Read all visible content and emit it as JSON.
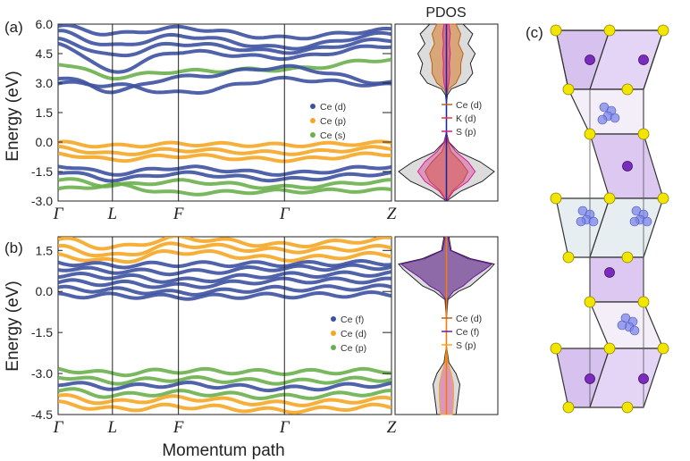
{
  "figure": {
    "panel_a": "(a)",
    "panel_b": "(b)",
    "panel_c": "(c)",
    "pdos_title": "PDOS",
    "xlabel": "Momentum path"
  },
  "chart_data": [
    {
      "type": "line",
      "panel": "(a)",
      "ylabel": "Energy (eV)",
      "ylim": [
        -3.0,
        6.0
      ],
      "yticks": [
        "6.0",
        "4.5",
        "3.0",
        "1.5",
        "0.0",
        "-1.5",
        "-3.0"
      ],
      "ytick_values": [
        6.0,
        4.5,
        3.0,
        1.5,
        0.0,
        -1.5,
        -3.0
      ],
      "kpoints": [
        "Γ",
        "L",
        "F",
        "Γ",
        "Z"
      ],
      "kpos": [
        0,
        0.163,
        0.361,
        0.679,
        1.0
      ],
      "legend": [
        {
          "label": "Ce (d)",
          "color": "#3d52a1"
        },
        {
          "label": "Ce (p)",
          "color": "#f5a623"
        },
        {
          "label": "Ce (s)",
          "color": "#6ab04c"
        }
      ],
      "series": [
        {
          "color": "#3d52a1",
          "knots": [
            5.9,
            5.5,
            5.8,
            5.3,
            5.7
          ]
        },
        {
          "color": "#3d52a1",
          "knots": [
            5.6,
            4.9,
            5.4,
            4.8,
            5.5
          ]
        },
        {
          "color": "#3d52a1",
          "knots": [
            5.2,
            4.4,
            5.0,
            4.6,
            5.2
          ]
        },
        {
          "color": "#3d52a1",
          "knots": [
            5.0,
            3.6,
            4.6,
            4.3,
            4.9
          ]
        },
        {
          "color": "#6ab04c",
          "knots": [
            4.0,
            3.3,
            3.6,
            3.7,
            4.2
          ]
        },
        {
          "color": "#3d52a1",
          "knots": [
            3.3,
            2.6,
            3.3,
            3.8,
            3.0
          ]
        },
        {
          "color": "#3d52a1",
          "knots": [
            3.0,
            2.9,
            2.5,
            3.2,
            2.9
          ]
        },
        {
          "color": "#f5a623",
          "knots": [
            -0.05,
            -0.2,
            -0.1,
            -0.15,
            -0.05
          ]
        },
        {
          "color": "#f5a623",
          "knots": [
            -0.3,
            -0.6,
            -0.4,
            -0.55,
            -0.3
          ]
        },
        {
          "color": "#f5a623",
          "knots": [
            -0.6,
            -0.9,
            -0.7,
            -0.9,
            -0.6
          ]
        },
        {
          "color": "#3d52a1",
          "knots": [
            -1.2,
            -1.6,
            -1.3,
            -1.6,
            -1.25
          ]
        },
        {
          "color": "#3d52a1",
          "knots": [
            -1.5,
            -1.9,
            -1.6,
            -1.9,
            -1.6
          ]
        },
        {
          "color": "#6ab04c",
          "knots": [
            -1.9,
            -2.2,
            -2.0,
            -2.3,
            -2.0
          ]
        },
        {
          "color": "#6ab04c",
          "knots": [
            -2.4,
            -2.2,
            -2.6,
            -2.5,
            -2.45
          ]
        }
      ],
      "pdos": {
        "legend": [
          {
            "label": "Ce (d)",
            "color": "#b5651d"
          },
          {
            "label": "K (d)",
            "color": "#e53935"
          },
          {
            "label": "S (p)",
            "color": "#d81b8e"
          }
        ],
        "outline_energies": [
          6.0,
          5.5,
          5.0,
          4.5,
          4.0,
          3.5,
          3.0,
          2.7,
          2.4,
          2.0,
          1.0,
          0.5,
          0.0,
          -0.5,
          -1.0,
          -1.5,
          -2.0,
          -2.5,
          -3.0
        ],
        "total_widths": [
          0.35,
          0.55,
          0.45,
          0.6,
          0.5,
          0.55,
          0.4,
          0.1,
          0.02,
          0,
          0,
          0,
          0.05,
          0.25,
          0.7,
          1.0,
          0.75,
          0.3,
          0
        ],
        "ce_d_widths": [
          0.2,
          0.3,
          0.25,
          0.35,
          0.3,
          0.3,
          0.2,
          0.05,
          0,
          0,
          0,
          0,
          0.02,
          0.1,
          0.3,
          0.45,
          0.35,
          0.12,
          0
        ],
        "s_p_widths": [
          0.05,
          0.08,
          0.06,
          0.08,
          0.06,
          0.07,
          0.05,
          0.02,
          0,
          0,
          0,
          0,
          0.04,
          0.2,
          0.45,
          0.6,
          0.45,
          0.15,
          0
        ]
      }
    },
    {
      "type": "line",
      "panel": "(b)",
      "ylabel": "Energy (eV)",
      "ylim": [
        -4.5,
        2.0
      ],
      "yticks": [
        "1.5",
        "0.0",
        "-1.5",
        "-3.0",
        "-4.5"
      ],
      "ytick_values": [
        1.5,
        0.0,
        -1.5,
        -3.0,
        -4.5
      ],
      "kpoints": [
        "Γ",
        "L",
        "F",
        "Γ",
        "Z"
      ],
      "kpos": [
        0,
        0.163,
        0.361,
        0.679,
        1.0
      ],
      "legend": [
        {
          "label": "Ce (f)",
          "color": "#3d52a1"
        },
        {
          "label": "Ce (d)",
          "color": "#f5a623"
        },
        {
          "label": "Ce (p)",
          "color": "#6ab04c"
        }
      ],
      "series": [
        {
          "color": "#f5a623",
          "knots": [
            1.9,
            1.6,
            1.95,
            1.7,
            1.9
          ]
        },
        {
          "color": "#f5a623",
          "knots": [
            1.6,
            1.3,
            1.7,
            1.5,
            1.6
          ]
        },
        {
          "color": "#f5a623",
          "knots": [
            1.3,
            1.1,
            1.45,
            1.2,
            1.35
          ]
        },
        {
          "color": "#3d52a1",
          "knots": [
            1.05,
            0.95,
            1.0,
            1.0,
            1.05
          ]
        },
        {
          "color": "#3d52a1",
          "knots": [
            0.85,
            0.75,
            0.7,
            0.85,
            0.9
          ]
        },
        {
          "color": "#3d52a1",
          "knots": [
            0.6,
            0.55,
            0.4,
            0.6,
            0.65
          ]
        },
        {
          "color": "#3d52a1",
          "knots": [
            0.35,
            0.3,
            0.2,
            0.4,
            0.4
          ]
        },
        {
          "color": "#3d52a1",
          "knots": [
            0.1,
            0.05,
            -0.05,
            0.1,
            0.15
          ]
        },
        {
          "color": "#3d52a1",
          "knots": [
            -0.15,
            -0.15,
            -0.2,
            -0.15,
            -0.1
          ]
        },
        {
          "color": "#6ab04c",
          "knots": [
            -2.85,
            -3.0,
            -2.9,
            -2.95,
            -2.9
          ]
        },
        {
          "color": "#6ab04c",
          "knots": [
            -3.1,
            -3.3,
            -3.2,
            -3.3,
            -3.2
          ]
        },
        {
          "color": "#3d52a1",
          "knots": [
            -3.35,
            -3.5,
            -3.4,
            -3.55,
            -3.4
          ]
        },
        {
          "color": "#6ab04c",
          "knots": [
            -3.6,
            -3.8,
            -3.7,
            -3.85,
            -3.7
          ]
        },
        {
          "color": "#f5a623",
          "knots": [
            -3.85,
            -4.05,
            -3.9,
            -4.1,
            -3.95
          ]
        },
        {
          "color": "#f5a623",
          "knots": [
            -4.1,
            -4.3,
            -4.2,
            -4.35,
            -4.2
          ]
        }
      ],
      "pdos": {
        "legend": [
          {
            "label": "Ce (d)",
            "color": "#b5651d"
          },
          {
            "label": "Ce (f)",
            "color": "#6a1b9a"
          },
          {
            "label": "S (p)",
            "color": "#f5a623"
          }
        ],
        "outline_energies": [
          2.0,
          1.5,
          1.2,
          1.0,
          0.8,
          0.5,
          0.2,
          0.0,
          -0.3,
          -1.0,
          -2.0,
          -2.6,
          -3.0,
          -3.4,
          -3.8,
          -4.2,
          -4.5
        ],
        "total_widths": [
          0.05,
          0.1,
          0.5,
          1.0,
          0.9,
          0.7,
          0.5,
          0.25,
          0.03,
          0,
          0,
          0.05,
          0.2,
          0.28,
          0.25,
          0.22,
          0.2
        ],
        "ce_f_widths": [
          0.03,
          0.08,
          0.45,
          0.95,
          0.8,
          0.55,
          0.35,
          0.15,
          0.01,
          0,
          0,
          0,
          0,
          0,
          0,
          0,
          0
        ],
        "s_p_widths": [
          0,
          0,
          0,
          0,
          0,
          0,
          0,
          0,
          0,
          0,
          0,
          0.03,
          0.1,
          0.15,
          0.15,
          0.14,
          0.12
        ]
      }
    }
  ]
}
